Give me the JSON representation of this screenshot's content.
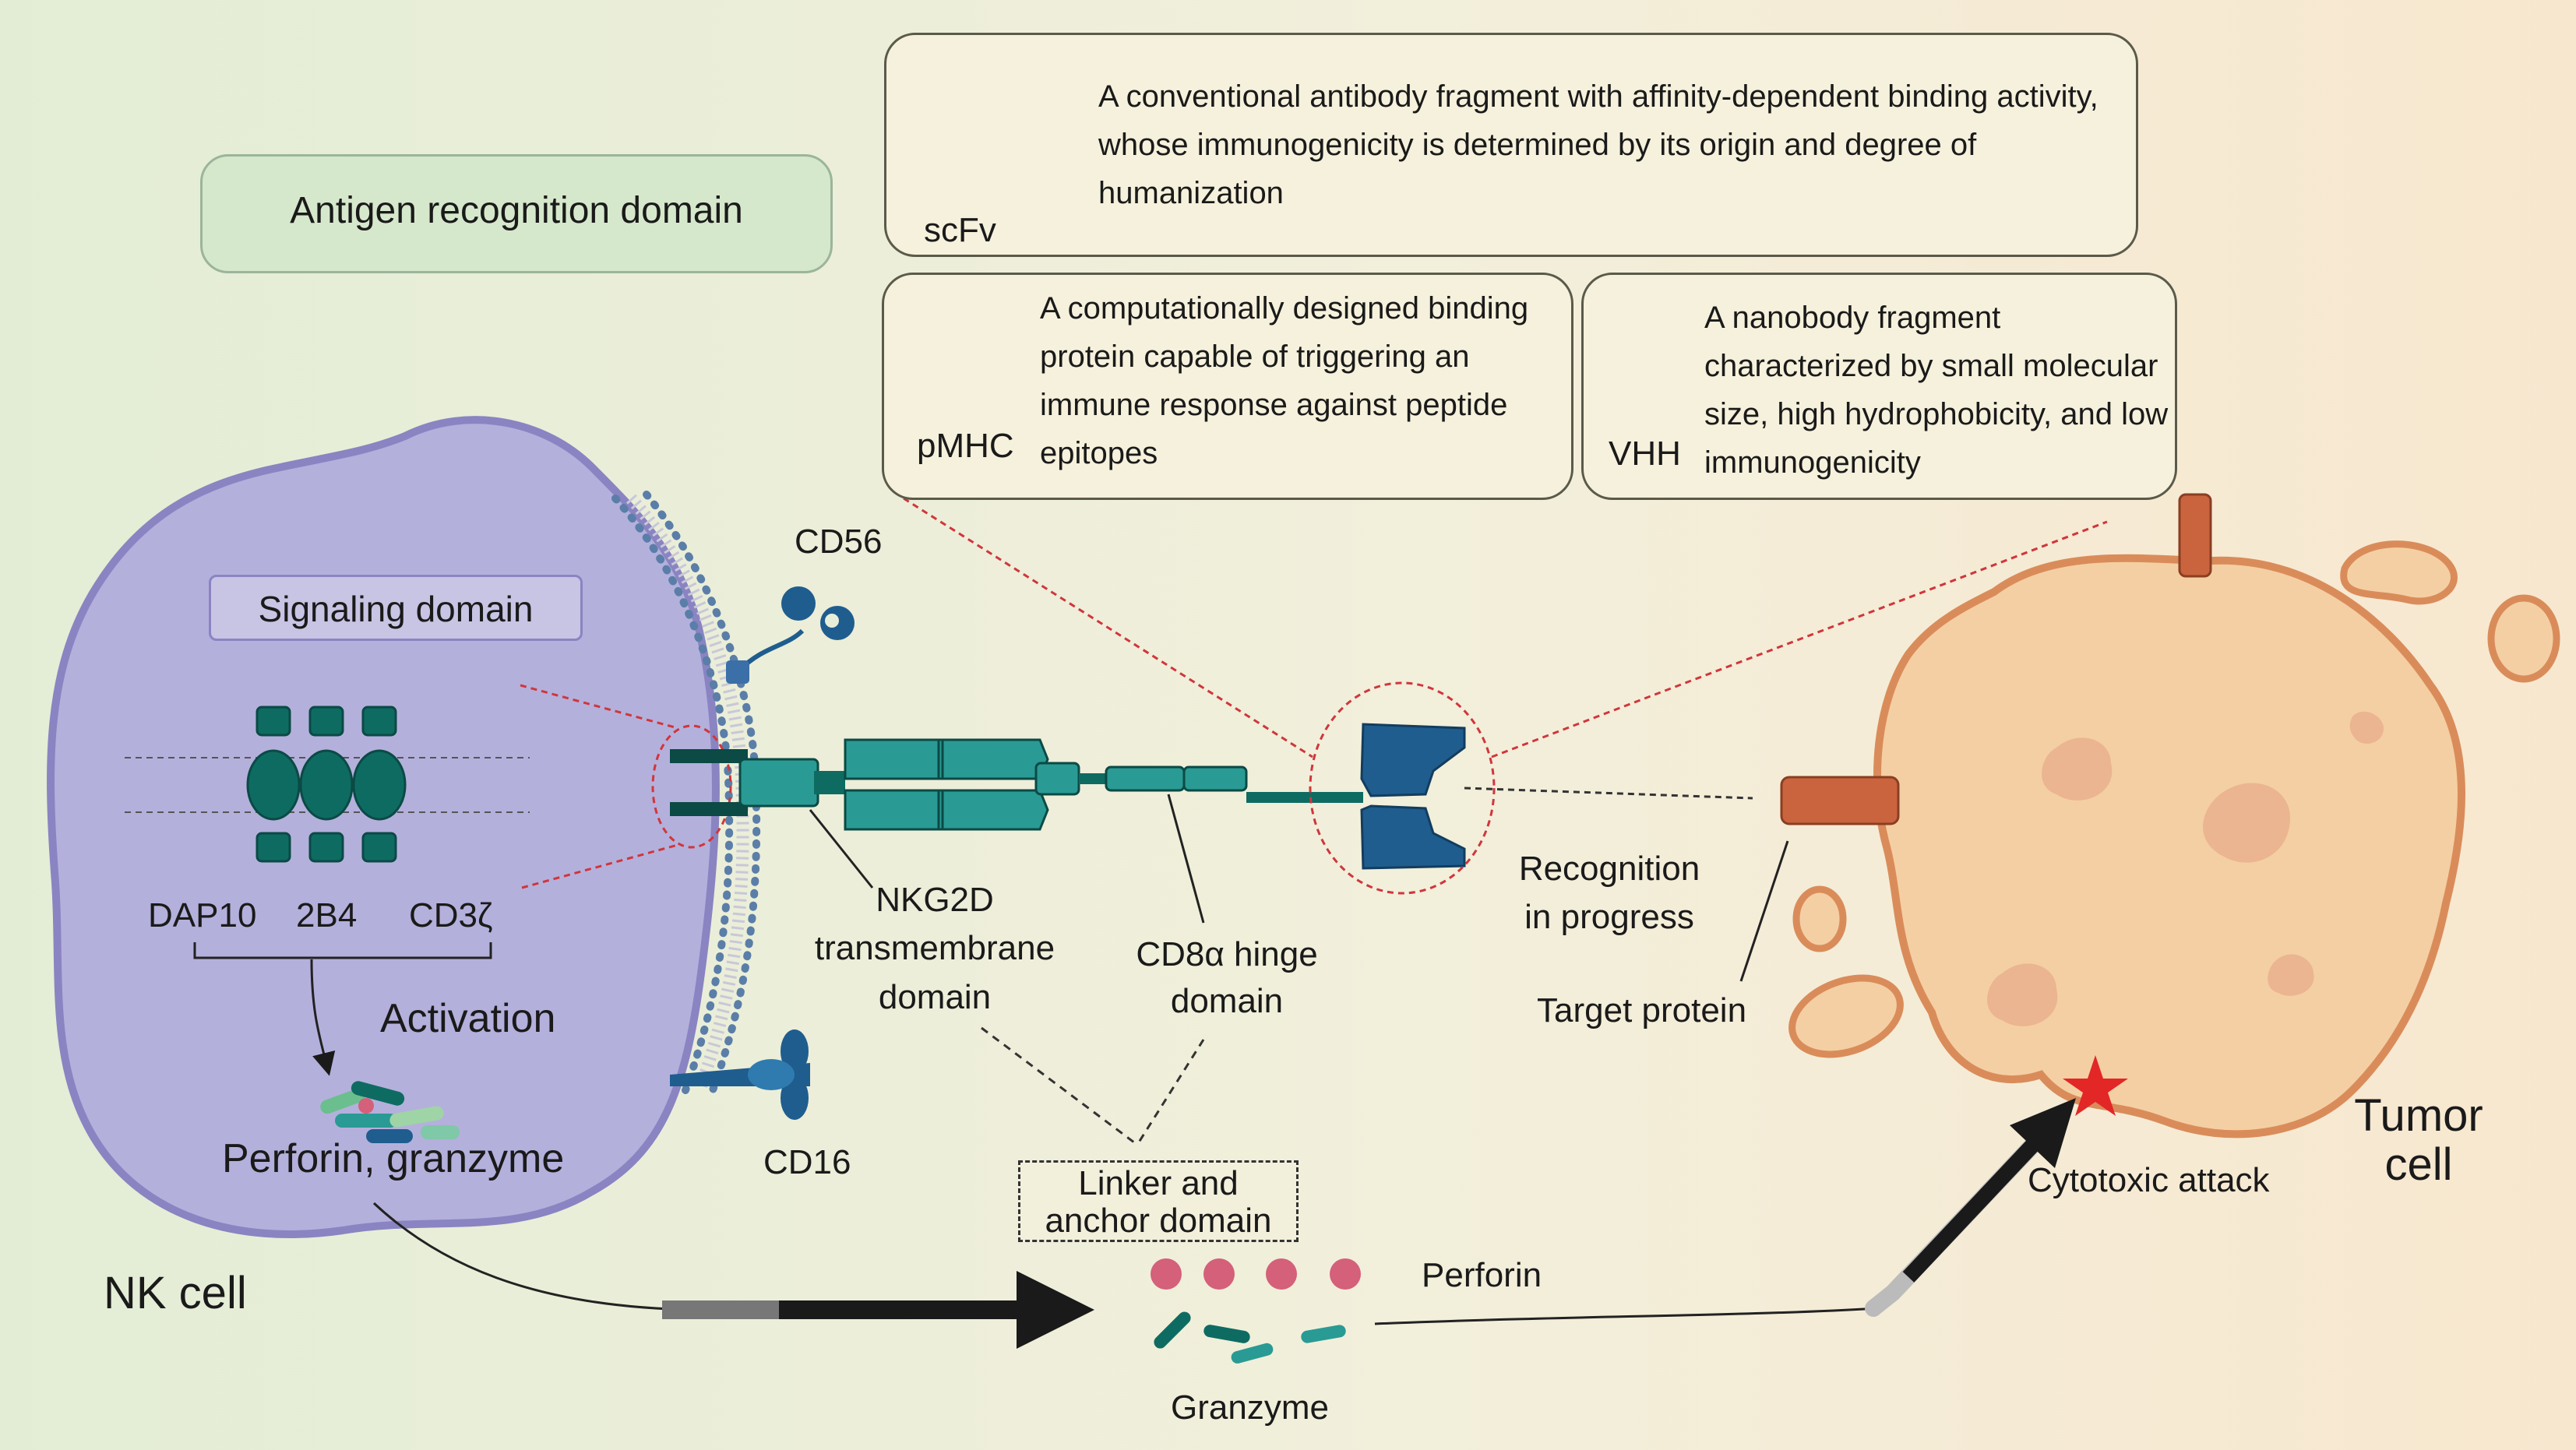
{
  "header": {
    "antigen_domain": "Antigen recognition domain"
  },
  "binders": [
    {
      "name": "scFv",
      "text": "A conventional antibody fragment with affinity-dependent binding activity, whose immunogenicity is determined by its origin and degree of humanization"
    },
    {
      "name": "pMHC",
      "text": "A computationally designed binding protein capable of triggering an immune response against peptide epitopes"
    },
    {
      "name": "VHH",
      "text": "A nanobody fragment characterized by small molecular size, high hydrophobicity, and low immunogenicity"
    }
  ],
  "nk_cell": {
    "signaling_domain": "Signaling domain",
    "labels": [
      "DAP10",
      "2B4",
      "CD3ζ"
    ],
    "activation": "Activation",
    "perforin_granzyme": "Perforin, granzyme",
    "name": "NK cell",
    "cd56": "CD56",
    "cd16": "CD16"
  },
  "car": {
    "nkg2d": [
      "NKG2D",
      "transmembrane",
      "domain"
    ],
    "hinge": [
      "CD8α hinge",
      "domain"
    ],
    "linker": [
      "Linker and",
      "anchor domain"
    ],
    "recognition": [
      "Recognition",
      "in progress"
    ]
  },
  "tumor": {
    "target_protein": "Target protein",
    "cytotoxic": "Cytotoxic attack",
    "name": [
      "Tumor",
      "cell"
    ]
  },
  "release": {
    "perforin": "Perforin",
    "granzyme": "Granzyme"
  },
  "colors": {
    "nk_fill": "#b4b0dc",
    "nk_stroke": "#8a84c2",
    "teal_dark": "#0e6b62",
    "teal": "#2a9a94",
    "blue": "#1f5d8f",
    "tumor_fill": "#f4cfa3",
    "tumor_stroke": "#d98c5a",
    "perforin": "#d4607a",
    "target": "#c9643f"
  }
}
